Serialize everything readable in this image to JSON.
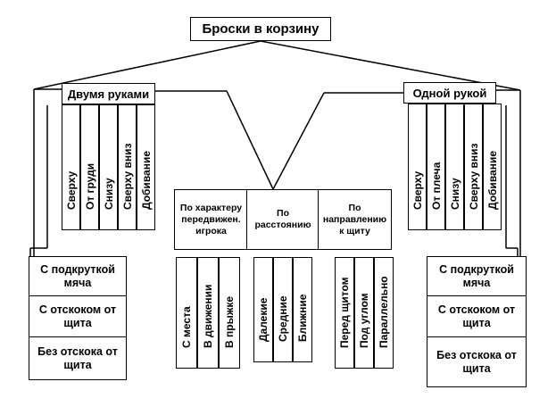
{
  "root": "Броски в корзину",
  "left": {
    "header": "Двумя руками",
    "columns": [
      "Сверху",
      "От груди",
      "Снизу",
      "Сверху вниз",
      "Добивание"
    ],
    "boxes": [
      "С подкруткой мяча",
      "С отскоком от щита",
      "Без отскока от щита"
    ]
  },
  "right": {
    "header": "Одной рукой",
    "columns": [
      "Сверху",
      "От плеча",
      "Снизу",
      "Сверху вниз",
      "Добивание"
    ],
    "boxes": [
      "С подкруткой мяча",
      "С отскоком от щита",
      "Без отскока от щита"
    ]
  },
  "center": {
    "headers": [
      "По характеру передвижен. игрока",
      "По расстоянию",
      "По направлению к щиту"
    ],
    "group1": [
      "С места",
      "В движении",
      "В прыжке"
    ],
    "group2": [
      "Далекие",
      "Средние",
      "Ближние"
    ],
    "group3": [
      "Перед щитом",
      "Под углом",
      "Параллельно"
    ]
  }
}
